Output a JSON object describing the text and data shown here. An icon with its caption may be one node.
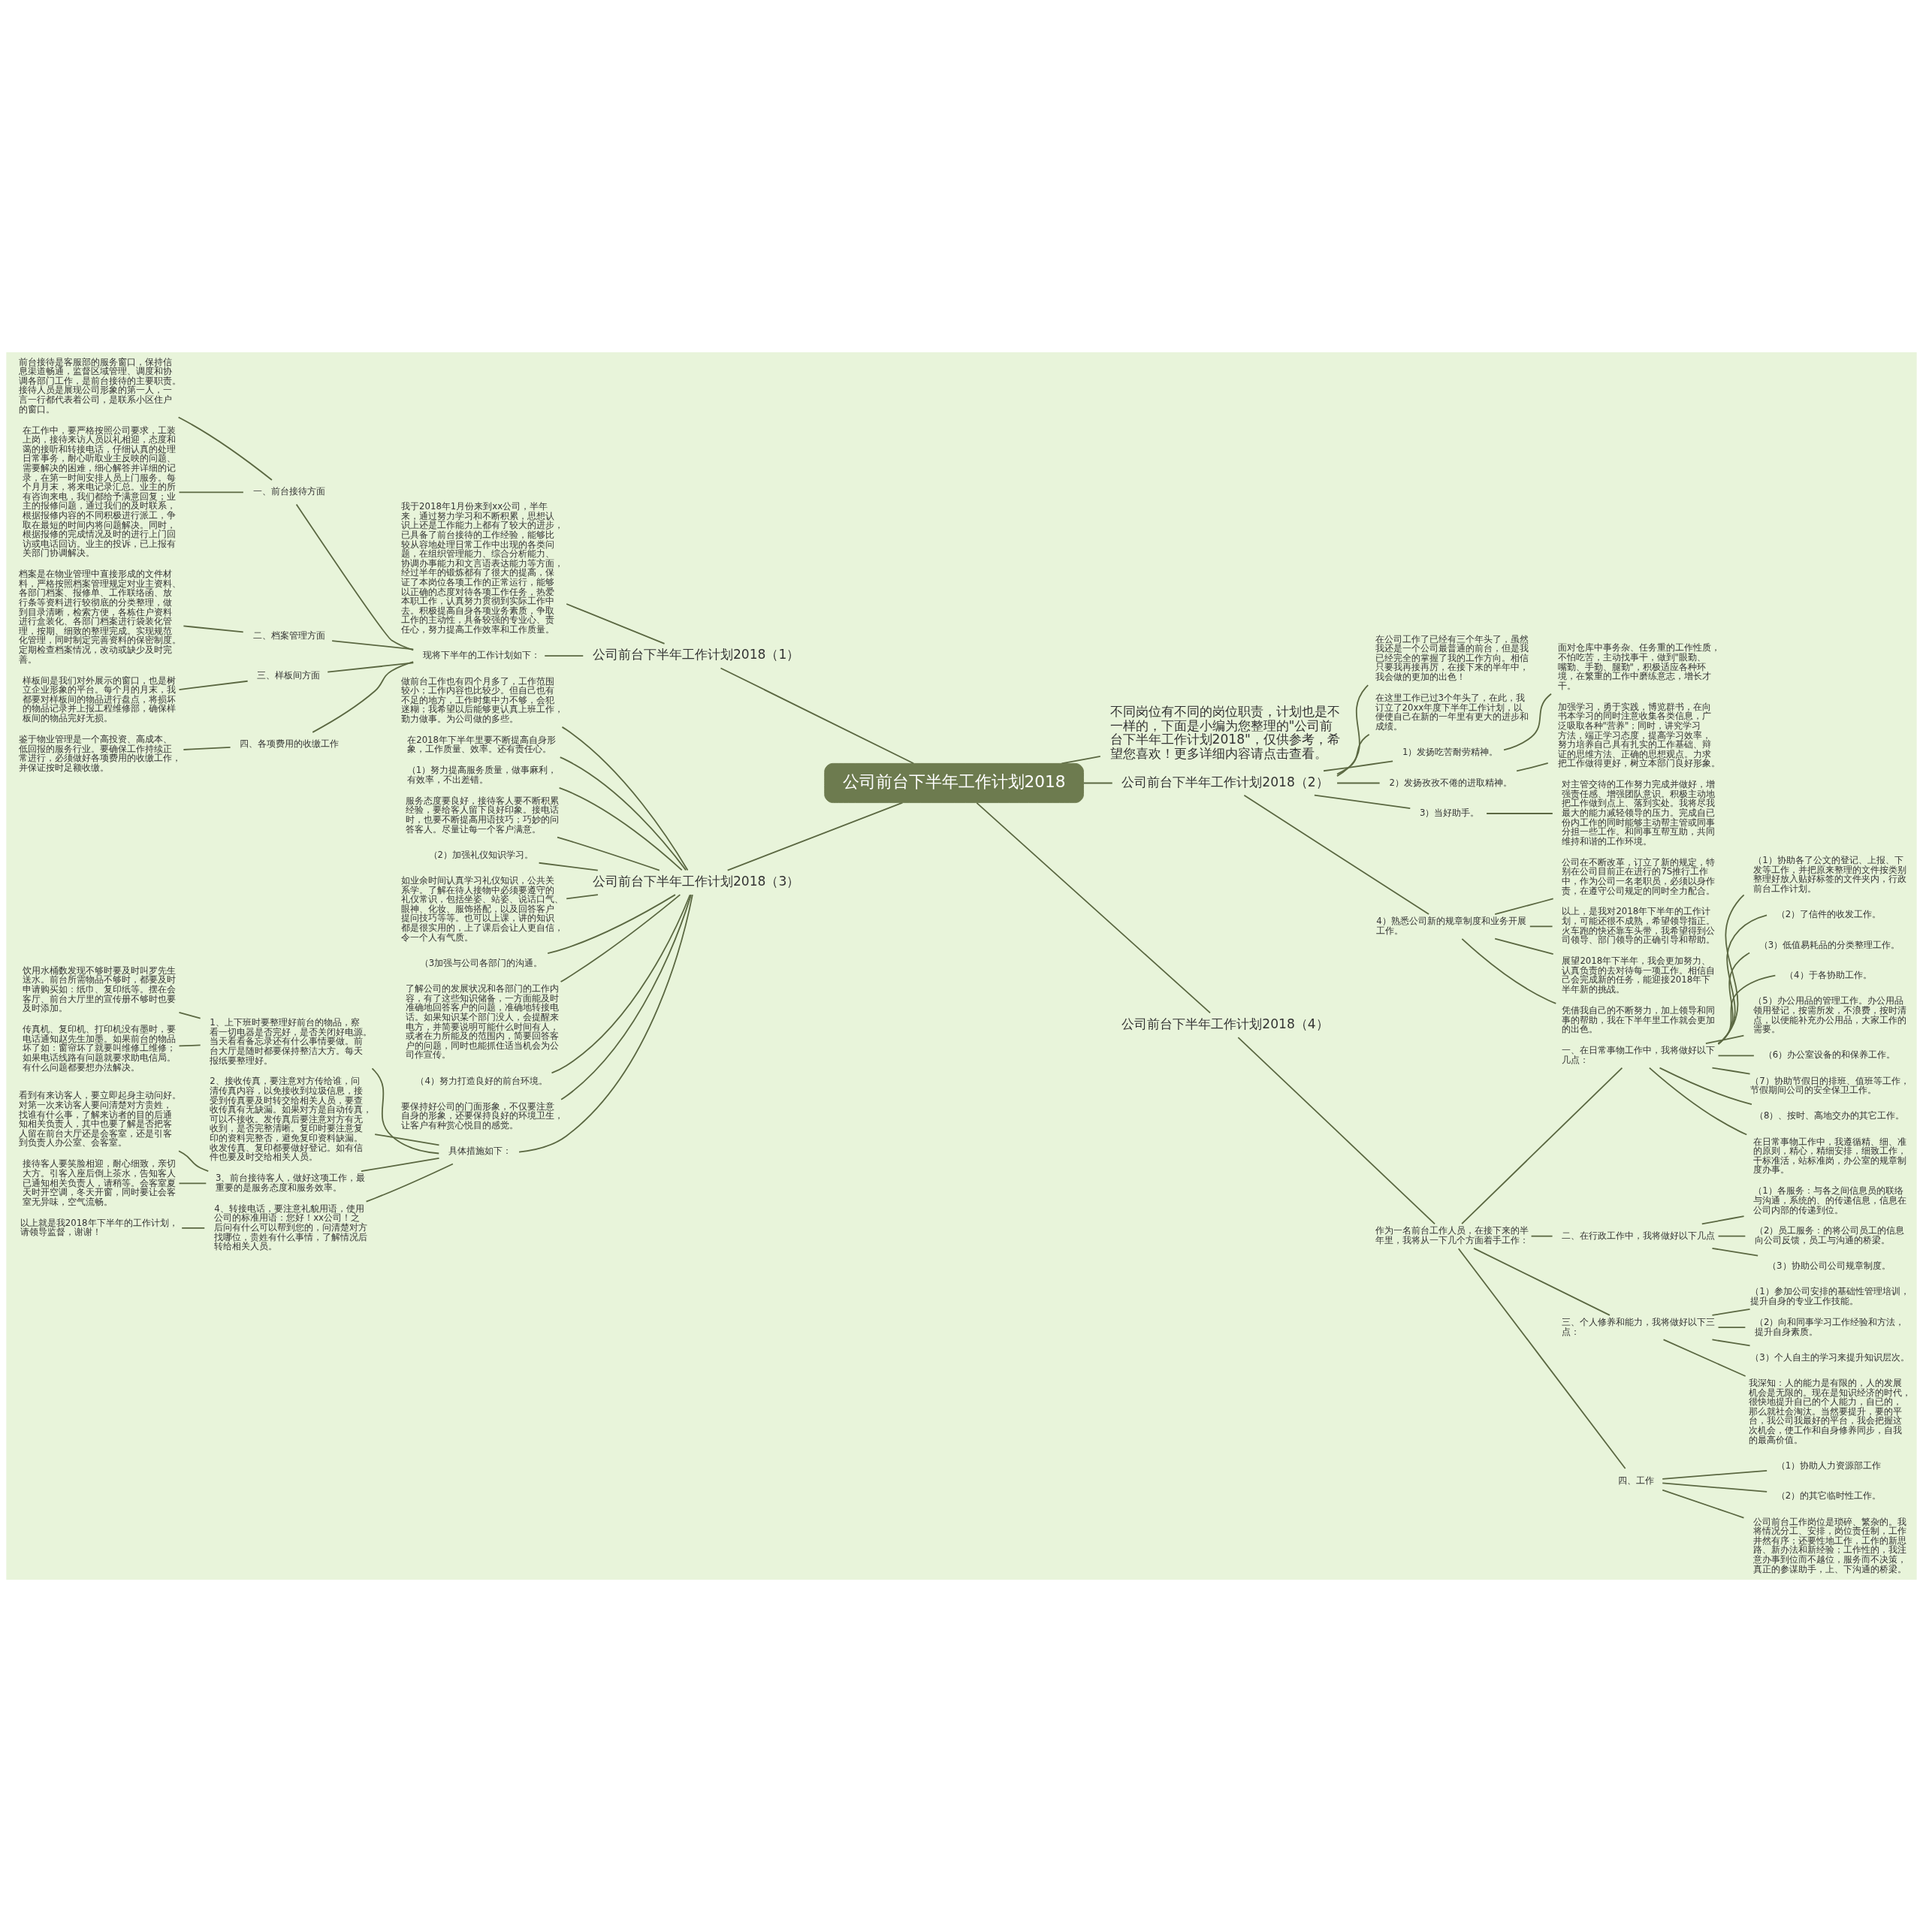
{
  "diagram": {
    "nodes": [
      {
        "text": [
          "公司前台下半年工作计划2018"
        ]
      },
      {
        "text": [
          "不同岗位有不同的岗位职责，计划也是不一样的，下面是小编为您整理的\"公司前台下半年工作计划2018\"，仅供参考，希望您喜欢！更多详细内容请点击查看。"
        ]
      },
      {
        "text": [
          "公司前台下半年工作计划2018（1）"
        ]
      },
      {
        "text": [
          "我于2018年1月份来到xx公司，半年来，通过努力学习和不断积累，思想认识上还是工作能力上都有了较大的进步，已具备了前台接待的工作经验，能够比较从容地处理日常工作中出现的各类问题，在组织管理能力、综合分析能力、协调办事能力和文言语表达能力等方面，经过半年的锻炼都有了很大的提高，保证了本岗位各项工作的正常运行，能够以正确的态度对待各项工作任务，热爱本职工作，认真努力贯彻到实际工作中去。积极提高自身各项业务素质，争取工作的主动性，具备较强的专业心、责任心，努力提高工作效率和工作质量。"
        ]
      },
      {
        "text": [
          "现将下半年的工作计划如下："
        ]
      },
      {
        "text": [
          "一、前台接待方面"
        ]
      },
      {
        "text": [
          "前台接待是客服部的服务窗口，保持信息渠道畅通，监督区域管理、调度和协调各部门工作，是前台接待的主要职责。接待人员是展现公司形象的第一人，一言一行都代表着公司，是联系小区住户的窗口。"
        ]
      },
      {
        "text": [
          "在工作中，要严格按照公司要求，工装上岗，接待来访人员以礼相迎，态度和蔼的接听和转接电话，仔细认真的处理日常事务，耐心听取业主反映的问题、需要解决的困难，细心解答并详细的记录，在第一时间安排人员上门服务。每个月月末，将来电记录汇总。业主的所有咨询来电，我们都给予满意回复；业主的报修问题，通过我们的及时联系，根据报修内容的不同积极进行派工，争取在最短的时间内将问题解决。同时，根据报修的完成情况及时的进行上门回访或电话回访。业主的投诉，已上报有关部门协调解决。"
        ]
      },
      {
        "text": [
          "二、档案管理方面"
        ]
      },
      {
        "text": [
          "档案是在物业管理中直接形成的文件材料，严格按照档案管理规定对业主资料、各部门档案、报修单、工作联络函、放行条等资料进行较彻底的分类整理，做到目录清晰，检索方便，各栋住户资料进行盒装化、各部门档案进行袋装化管理，按期、细致的整理完成。实现规范化管理，同时制定完善资料的保密制度。定期检查档案情况，改动或缺少及时完善。"
        ]
      },
      {
        "text": [
          "三、样板间方面"
        ]
      },
      {
        "text": [
          "样板间是我们对外展示的窗口，也是树立企业形象的平台。每个月的月末，我都要对样板间的物品进行盘点，将损坏的物品记录并上报工程维修部，确保样板间的物品完好无损。"
        ]
      },
      {
        "text": [
          "四、各项费用的收缴工作"
        ]
      },
      {
        "text": [
          "鉴于物业管理是一个高投资、高成本、低回报的服务行业。要确保工作持续正常进行，必须做好各项费用的收缴工作，并保证按时足额收缴。"
        ]
      },
      {
        "text": [
          "公司前台下半年工作计划2018（2）"
        ]
      },
      {
        "text": [
          "在公司工作了已经有三个年头了，虽然我还是一个公司最普通的前台，但是我已经完全的掌握了我的工作方向。相信只要我再接再厉，在接下来的半年中，我会做的更加的出色！"
        ]
      },
      {
        "text": [
          "在这里工作已过3个年头了，在此，我订立了20xx年度下半年工作计划，以便使自己在新的一年里有更大的进步和成绩。"
        ]
      },
      {
        "text": [
          "1）发扬吃苦耐劳精神。"
        ]
      },
      {
        "text": [
          "面对仓库中事务杂、任务重的工作性质，不怕吃苦，主动找事干，做到\"眼勤、嘴勤、手勤、腿勤\"，积极适应各种环境，在繁重的工作中磨练意志，增长才干。"
        ]
      },
      {
        "text": [
          "2）发扬孜孜不倦的进取精神。"
        ]
      },
      {
        "text": [
          "加强学习，勇于实践，博览群书，在向书本学习的同时注意收集各类信息，广泛吸取各种\"营养\"；同时，讲究学习方法，端正学习态度，提高学习效率，努力培养自己具有扎实的工作基础、辩证的思维方法、正确的思想观点。力求把工作做得更好，树立本部门良好形象。"
        ]
      },
      {
        "text": [
          "3）当好助手。"
        ]
      },
      {
        "text": [
          "对主管交待的工作努力完成并做好，增强责任感、增强团队意识。积极主动地把工作做到点上、落到实处。我将尽我最大的能力减轻领导的压力。完成自已份内工作的同时能够主动帮主管或同事分担一些工作。和同事互帮互助，共同维持和谐的工作环境。"
        ]
      },
      {
        "text": [
          "4）熟悉公司新的规章制度和业务开展工作。"
        ]
      },
      {
        "text": [
          "公司在不断改革，订立了新的规定，特别在公司目前正在进行的7S推行工作中，作为公司一名老职员，必须以身作责，在遵守公司规定的同时全力配合。"
        ]
      },
      {
        "text": [
          "以上，是我对2018年下半年的工作计划，可能还很不成熟，希望领导指正。火车跑的快还靠车头带，我希望得到公司领导、部门领导的正确引导和帮助。"
        ]
      },
      {
        "text": [
          "展望2018年下半年，我会更加努力、认真负责的去对待每一项工作。相信自己会完成新的任务，能迎接2018年下半年新的挑战。"
        ]
      },
      {
        "text": [
          "凭借我自己的不断努力，加上领导和同事的帮助，我在下半年里工作就会更加的出色。"
        ]
      },
      {
        "text": [
          "公司前台下半年工作计划2018（3）"
        ]
      },
      {
        "text": [
          "做前台工作也有四个月多了，工作范围较小；工作内容也比较少。但自己也有不足的地方，工作时集中力不够，会犯迷糊；我希望以后能够更认真上班工作，勤力做事。为公司做的多些。"
        ]
      },
      {
        "text": [
          "在2018年下半年里要不断提高自身形象，工作质量、效率。还有责任心。"
        ]
      },
      {
        "text": [
          "（1）努力提高服务质量，做事麻利，有效率，不出差错。"
        ]
      },
      {
        "text": [
          "服务态度要良好，接待客人要不断积累经验，要给客人留下良好印象。接电话时，也要不断提高用语技巧；巧妙的问答客人。尽量让每一个客户满意。"
        ]
      },
      {
        "text": [
          "（2）加强礼仪知识学习。"
        ]
      },
      {
        "text": [
          "如业余时间认真学习礼仪知识，公共关系学。了解在待人接物中必须要遵守的礼仪常识，包括坐姿、站姿、说话口气、眼神、化妆、服饰搭配，以及回答客户提问技巧等等。也可以上课，讲的知识都是很实用的，上了课后会让人更自信，令一个人有气质。"
        ]
      },
      {
        "text": [
          "（3加强与公司各部门的沟通。"
        ]
      },
      {
        "text": [
          "了解公司的发展状况和各部门的工作内容，有了这些知识储备，一方面能及时准确地回答客户的问题，准确地转接电话。如果知识某个部门没人，会提醒来电方，并简要说明可能什么时间有人，或者在力所能及的范围内，简要回答客户的问题，同时也能抓住适当机会为公司作宣传。"
        ]
      },
      {
        "text": [
          "（4）努力打造良好的前台环境。"
        ]
      },
      {
        "text": [
          "要保持好公司的门面形象，不仅要注意自身的形象，还要保持良好的环境卫生，让客户有种赏心悦目的感觉。"
        ]
      },
      {
        "text": [
          "具体措施如下："
        ]
      },
      {
        "text": [
          "1、上下班时要整理好前台的物品，察看一切电器是否完好，是否关闭好电源。当天看看备忘录还有什么事情要做。前台大厅是随时都要保持整洁大方。每天报纸要整理好。"
        ]
      },
      {
        "text": [
          "饮用水桶数发现不够时要及时叫罗先生送水。前台所需物品不够时，都要及时申请购买如：纸巾、复印纸等。摆在会客厅、前台大厅里的宣传册不够时也要及时添加。"
        ]
      },
      {
        "text": [
          "传真机、复印机、打印机没有墨时，要电话通知赵先生加墨。如果前台的物品坏了如：窗帘坏了就要叫维修工维修；如果电话线路有问题就要求助电信局。有什么问题都要想办法解决。"
        ]
      },
      {
        "text": [
          "2、接收传真，要注意对方传给谁，问清传真内容，以免接收到垃圾信息，接受到传真要及时转交给相关人员，要查收传真有无缺漏。如果对方是自动传真，可以不接收。发传真后要注意对方有无收到，是否完整清晰。复印时要注意复印的资料完整否，避免复印资料缺漏。收发传真、复印都要做好登记。如有信件也要及时交给相关人员。"
        ]
      },
      {
        "text": [
          "3、前台接待客人，做好这项工作，最重要的是服务态度和服务效率。"
        ]
      },
      {
        "text": [
          "看到有来访客人，要立即起身主动问好。对第一次来访客人要问清楚对方贵姓，找谁有什么事，了解来访者的目的后通知相关负责人，其中也要了解是否把客人留在前台大厅还是会客室，还是引客到负责人办公室、会客室。"
        ]
      },
      {
        "text": [
          "接待客人要笑脸相迎，耐心细致，亲切大方。引客入座后倒上茶水，告知客人已通知相关负责人，请稍等。会客室夏天时开空调，冬天开窗，同时要让会客室无异味，空气流畅。"
        ]
      },
      {
        "text": [
          "4、转接电话，要注意礼貌用语，使用公司的标准用语：您好！xx公司！之后问有什么可以帮到您的，问清楚对方找哪位，贵姓有什么事情，了解情况后转给相关人员。"
        ]
      },
      {
        "text": [
          "以上就是我2018年下半年的工作计划，请领导监督，谢谢！"
        ]
      },
      {
        "text": [
          "公司前台下半年工作计划2018（4）"
        ]
      },
      {
        "text": [
          "作为一名前台工作人员，在接下来的半年里，我将从一下几个方面着手工作："
        ]
      },
      {
        "text": [
          "一、在日常事物工作中，我将做好以下几点："
        ]
      },
      {
        "text": [
          "（1）协助各了公文的登记、上报、下发等工作，并把原来整理的文件按类别整理好放入贴好标签的文件夹内，行政前台工作计划。"
        ]
      },
      {
        "text": [
          "（2）了信件的收发工作。"
        ]
      },
      {
        "text": [
          "（3）低值易耗品的分类整理工作。"
        ]
      },
      {
        "text": [
          "（4）于各协助工作。"
        ]
      },
      {
        "text": [
          "（5）办公用品的管理工作。办公用品领用登记，按需所发，不浪费，按时清点，以便能补充办公用品，大家工作的需要。"
        ]
      },
      {
        "text": [
          "（6）办公室设备的和保养工作。"
        ]
      },
      {
        "text": [
          "（7）协助节假日的排班、值班等工作，节假期间公司的安全保卫工作。"
        ]
      },
      {
        "text": [
          "（8）、按时、高地交办的其它工作。"
        ]
      },
      {
        "text": [
          "在日常事物工作中，我遵循精、细、准的原则，精心，精细安排，细致工作，干标准活，站标准岗，办公室的规章制度办事。"
        ]
      },
      {
        "text": [
          "二、在行政工作中，我将做好以下几点"
        ]
      },
      {
        "text": [
          "（1）各服务：与各之间信息员的联络与沟通，系统的、的传递信息，信息在公司内部的传递到位。"
        ]
      },
      {
        "text": [
          "（2）员工服务：的将公司员工的信息向公司反馈，员工与沟通的桥梁。"
        ]
      },
      {
        "text": [
          "（3）协助公司公司规章制度。"
        ]
      },
      {
        "text": [
          "三、个人修养和能力，我将做好以下三点："
        ]
      },
      {
        "text": [
          "（1）参加公司安排的基础性管理培训，提升自身的专业工作技能。"
        ]
      },
      {
        "text": [
          "（2）向和同事学习工作经验和方法，提升自身素质。"
        ]
      },
      {
        "text": [
          "（3）个人自主的学习来提升知识层次。"
        ]
      },
      {
        "text": [
          "我深知：人的能力是有限的，人的发展机会是无限的。现在是知识经济的时代，很快地提升自已的个人能力，自已的，那么就社会淘汰。当然要提升，要的平台，我公司我最好的平台，我会把握这次机会，使工作和自身修养同步，自我的最高价值。"
        ]
      },
      {
        "text": [
          "四、工作"
        ]
      },
      {
        "text": [
          "（1）协助人力资源部工作"
        ]
      },
      {
        "text": [
          "（2）的其它临时性工作。"
        ]
      },
      {
        "text": [
          "公司前台工作岗位是琐碎、繁杂的。我将情况分工、安排，岗位责任制，工作井然有序；还要性地工作，工作的新思路、新办法和新经验；工作性的，我注意办事到位而不越位，服务而不决策，真正的参谋助手，上、下沟通的桥梁。"
        ]
      }
    ],
    "edges": [
      {
        "from": 0,
        "to": 1,
        "arrow": "none"
      },
      {
        "from": 0,
        "to": 2,
        "arrow": "none"
      },
      {
        "from": 0,
        "to": 14,
        "arrow": "none"
      },
      {
        "from": 0,
        "to": 28,
        "arrow": "none"
      },
      {
        "from": 0,
        "to": 49,
        "arrow": "none"
      },
      {
        "from": 2,
        "to": 3,
        "arrow": "none"
      },
      {
        "from": 2,
        "to": 4,
        "arrow": "none"
      },
      {
        "from": 4,
        "to": 5,
        "arrow": "none"
      },
      {
        "from": 5,
        "to": 6,
        "arrow": "none"
      },
      {
        "from": 5,
        "to": 7,
        "arrow": "none"
      },
      {
        "from": 4,
        "to": 8,
        "arrow": "none"
      },
      {
        "from": 8,
        "to": 9,
        "arrow": "none"
      },
      {
        "from": 4,
        "to": 10,
        "arrow": "none"
      },
      {
        "from": 10,
        "to": 11,
        "arrow": "none"
      },
      {
        "from": 4,
        "to": 12,
        "arrow": "none"
      },
      {
        "from": 12,
        "to": 13,
        "arrow": "none"
      },
      {
        "from": 14,
        "to": 15,
        "arrow": "none"
      },
      {
        "from": 14,
        "to": 16,
        "arrow": "none"
      },
      {
        "from": 14,
        "to": 17,
        "arrow": "none"
      },
      {
        "from": 17,
        "to": 18,
        "arrow": "none"
      },
      {
        "from": 14,
        "to": 19,
        "arrow": "none"
      },
      {
        "from": 19,
        "to": 20,
        "arrow": "none"
      },
      {
        "from": 14,
        "to": 21,
        "arrow": "none"
      },
      {
        "from": 21,
        "to": 22,
        "arrow": "none"
      },
      {
        "from": 14,
        "to": 23,
        "arrow": "none"
      },
      {
        "from": 23,
        "to": 24,
        "arrow": "none"
      },
      {
        "from": 23,
        "to": 25,
        "arrow": "none"
      },
      {
        "from": 23,
        "to": 26,
        "arrow": "none"
      },
      {
        "from": 23,
        "to": 27,
        "arrow": "none"
      },
      {
        "from": 28,
        "to": 29,
        "arrow": "none"
      },
      {
        "from": 28,
        "to": 30,
        "arrow": "none"
      },
      {
        "from": 28,
        "to": 31,
        "arrow": "none"
      },
      {
        "from": 28,
        "to": 32,
        "arrow": "none"
      },
      {
        "from": 28,
        "to": 33,
        "arrow": "none"
      },
      {
        "from": 28,
        "to": 34,
        "arrow": "none"
      },
      {
        "from": 28,
        "to": 35,
        "arrow": "none"
      },
      {
        "from": 28,
        "to": 36,
        "arrow": "none"
      },
      {
        "from": 28,
        "to": 37,
        "arrow": "none"
      },
      {
        "from": 28,
        "to": 38,
        "arrow": "none"
      },
      {
        "from": 28,
        "to": 39,
        "arrow": "none"
      },
      {
        "from": 39,
        "to": 40,
        "arrow": "none"
      },
      {
        "from": 40,
        "to": 41,
        "arrow": "none"
      },
      {
        "from": 40,
        "to": 42,
        "arrow": "none"
      },
      {
        "from": 39,
        "to": 43,
        "arrow": "none"
      },
      {
        "from": 39,
        "to": 44,
        "arrow": "none"
      },
      {
        "from": 44,
        "to": 45,
        "arrow": "none"
      },
      {
        "from": 44,
        "to": 46,
        "arrow": "none"
      },
      {
        "from": 39,
        "to": 47,
        "arrow": "none"
      },
      {
        "from": 47,
        "to": 48,
        "arrow": "none"
      },
      {
        "from": 49,
        "to": 50,
        "arrow": "none"
      },
      {
        "from": 50,
        "to": 51,
        "arrow": "none"
      },
      {
        "from": 51,
        "to": 52,
        "arrow": "none"
      },
      {
        "from": 51,
        "to": 53,
        "arrow": "none"
      },
      {
        "from": 51,
        "to": 54,
        "arrow": "none"
      },
      {
        "from": 51,
        "to": 55,
        "arrow": "none"
      },
      {
        "from": 51,
        "to": 56,
        "arrow": "none"
      },
      {
        "from": 51,
        "to": 57,
        "arrow": "none"
      },
      {
        "from": 51,
        "to": 58,
        "arrow": "none"
      },
      {
        "from": 51,
        "to": 59,
        "arrow": "none"
      },
      {
        "from": 51,
        "to": 60,
        "arrow": "none"
      },
      {
        "from": 50,
        "to": 61,
        "arrow": "none"
      },
      {
        "from": 61,
        "to": 62,
        "arrow": "none"
      },
      {
        "from": 61,
        "to": 63,
        "arrow": "none"
      },
      {
        "from": 61,
        "to": 64,
        "arrow": "none"
      },
      {
        "from": 50,
        "to": 65,
        "arrow": "none"
      },
      {
        "from": 65,
        "to": 66,
        "arrow": "none"
      },
      {
        "from": 65,
        "to": 67,
        "arrow": "none"
      },
      {
        "from": 65,
        "to": 68,
        "arrow": "none"
      },
      {
        "from": 65,
        "to": 69,
        "arrow": "none"
      },
      {
        "from": 50,
        "to": 70,
        "arrow": "none"
      },
      {
        "from": 70,
        "to": 71,
        "arrow": "none"
      },
      {
        "from": 70,
        "to": 72,
        "arrow": "none"
      },
      {
        "from": 70,
        "to": 73,
        "arrow": "none"
      }
    ]
  }
}
